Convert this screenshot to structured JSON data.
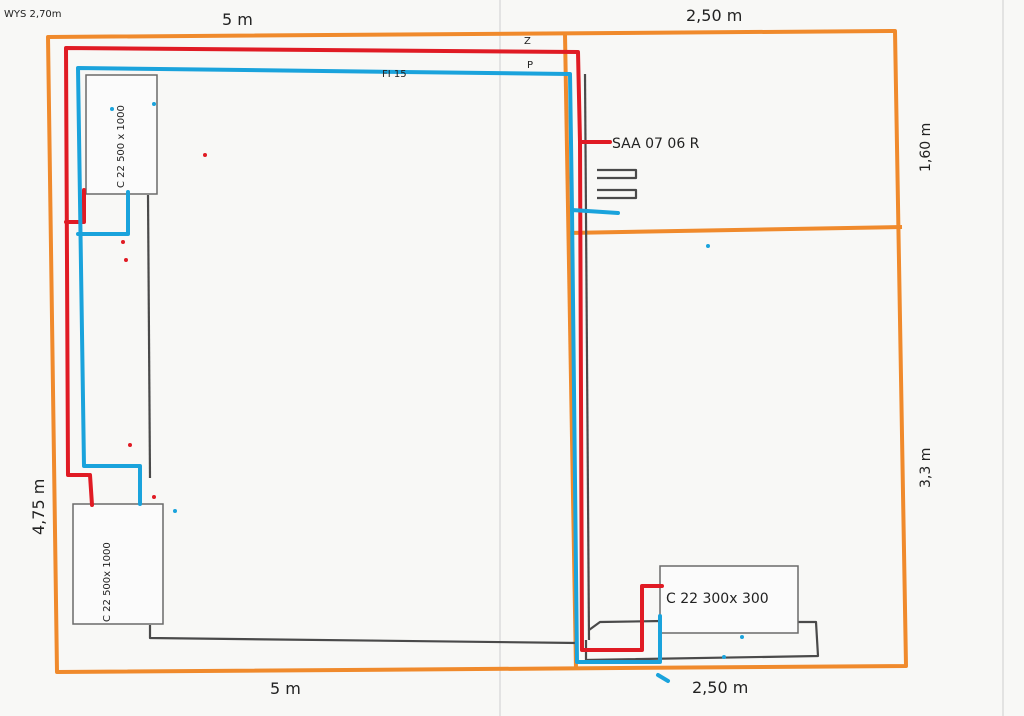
{
  "colors": {
    "paper": "#f8f8f6",
    "wall": "#f08a2c",
    "pencil": "#4a4a4a",
    "supply": "#e01b24",
    "return": "#1aa3dc",
    "fold": "#e6e6e6"
  },
  "labels": {
    "height": "WYS 2,70m",
    "top_left_dim": "5 m",
    "top_right_dim": "2,50 m",
    "right_top_dim": "1,60 m",
    "right_bottom_dim": "3,3 m",
    "left_dim": "4,75 m",
    "bottom_left_dim": "5 m",
    "bottom_right_dim": "2,50 m",
    "pipe_note": "FI 15",
    "valve_z": "Z",
    "valve_p": "P",
    "manifold": "SAA 07 06 R",
    "radiator_1": "C 22 500 x 1000",
    "radiator_2": "C 22 500x 1000",
    "radiator_3": "C 22 300x 300"
  }
}
